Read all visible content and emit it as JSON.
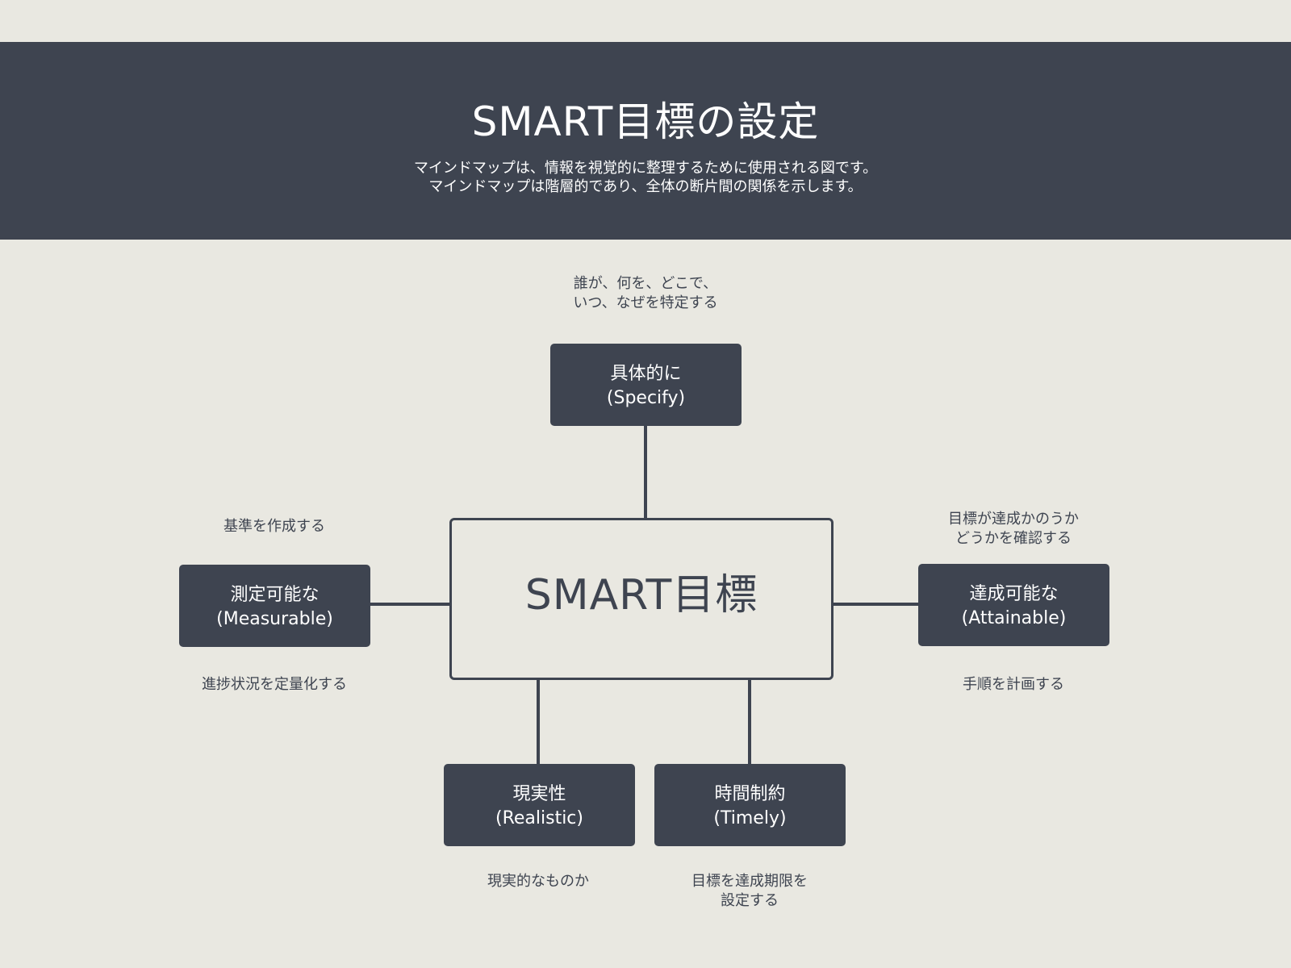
{
  "header": {
    "title": "SMART目標の設定",
    "subtitle_lines": [
      "マインドマップは、情報を視覚的に整理するために使用される図です。",
      "マインドマップは階層的であり、全体の断片間の関係を示します。"
    ]
  },
  "diagram": {
    "center": "SMART目標",
    "nodes": {
      "specify": {
        "label_ja": "具体的に",
        "label_en": "(Specify)",
        "note": [
          "誰が、何を、どこで、",
          "いつ、なぜを特定する"
        ]
      },
      "measurable": {
        "label_ja": "測定可能な",
        "label_en": "(Measurable)",
        "note_above": "基準を作成する",
        "note_below": "進捗状況を定量化する"
      },
      "attainable": {
        "label_ja": "達成可能な",
        "label_en": "(Attainable)",
        "note_above": [
          "目標が達成かのうか",
          "どうかを確認する"
        ],
        "note_below": "手順を計画する"
      },
      "realistic": {
        "label_ja": "現実性",
        "label_en": "(Realistic)",
        "note": "現実的なものか"
      },
      "timely": {
        "label_ja": "時間制約",
        "label_en": "(Timely)",
        "note": [
          "目標を達成期限を",
          "設定する"
        ]
      }
    }
  },
  "colors": {
    "background": "#e9e8e1",
    "primary": "#3e4450",
    "text_on_primary": "#ffffff"
  }
}
